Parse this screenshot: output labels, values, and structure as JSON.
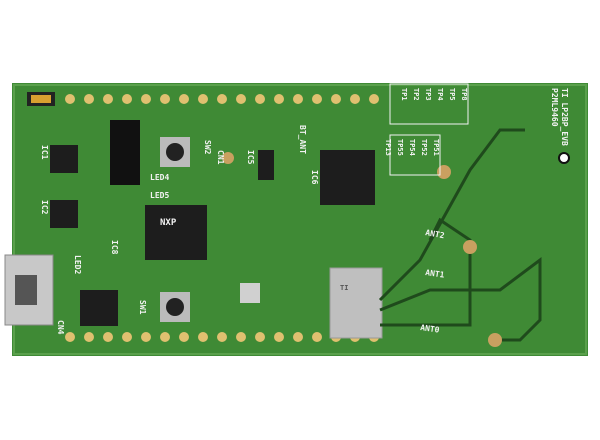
{
  "board": {
    "pcb_color": "#3f8a35",
    "silk_color": "#f2f2f2",
    "title_lines": [
      "TI LP2BP_EVB",
      "P2ML9460"
    ],
    "labels": {
      "ant0": "ANT0",
      "ant1": "ANT1",
      "ant2": "ANT2",
      "led4": "LED4",
      "led5": "LED5",
      "led2": "LED2",
      "sw1": "SW1",
      "sw2": "SW2",
      "cn4": "CN4",
      "cn1": "CN1",
      "ic1": "IC1",
      "ic2": "IC2",
      "ic5": "IC5",
      "ic6": "IC6",
      "ic8": "IC8",
      "bt_ant": "BT_ANT",
      "tp_group_a": [
        "TP8",
        "TP5",
        "TP4",
        "TP3",
        "TP2",
        "TP1"
      ],
      "tp_group_b": [
        "TP51",
        "TP52",
        "TP54",
        "TP55",
        "TP13"
      ]
    },
    "chips": {
      "mcu": "NXP",
      "rf_module": "TI"
    }
  }
}
